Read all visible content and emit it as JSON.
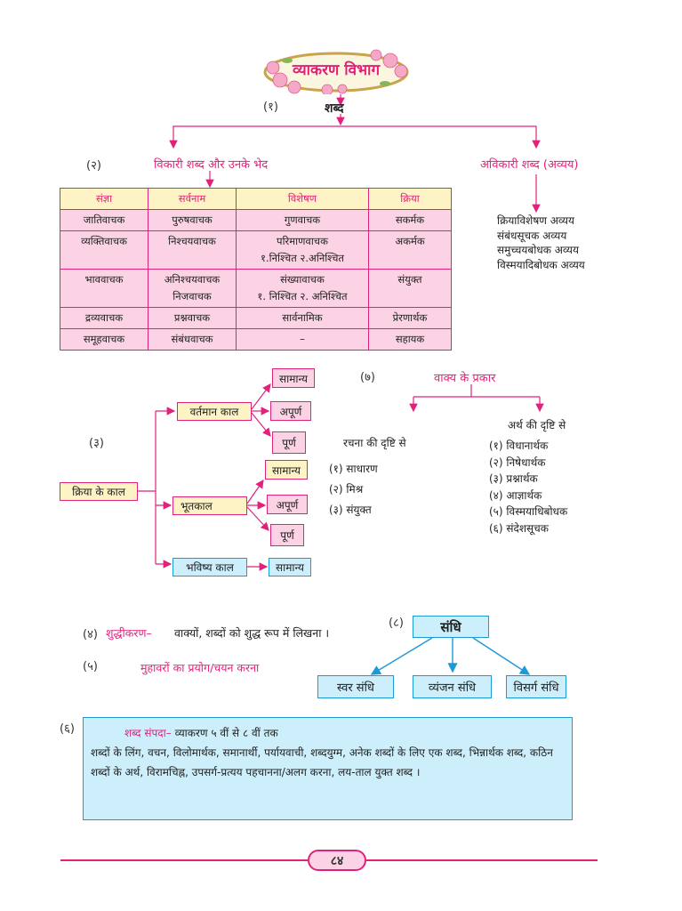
{
  "header": {
    "title": "व्याकरण विभाग"
  },
  "section1": {
    "num": "(१)",
    "root": "शब्द"
  },
  "section2": {
    "num": "(२)",
    "vikari_title": "विकारी शब्द और उनके भेद",
    "avikari_title": "अविकारी शब्द (अव्यय)",
    "avikari_items": [
      "क्रियाविशेषण अव्यय",
      "संबंधसूचक अव्यय",
      "समुच्चयबोधक अव्यय",
      "विस्मयादिबोधक अव्यय"
    ],
    "table_headers": [
      "संज्ञा",
      "सर्वनाम",
      "विशेषण",
      "क्रिया"
    ],
    "table_rows": [
      [
        "जातिवाचक",
        "पुरुषवाचक",
        "गुणवाचक",
        "सकर्मक"
      ],
      [
        "व्यक्तिवाचक",
        "निश्चयवाचक",
        "परिमाणवाचक\n१.निश्चित २.अनिश्चित",
        "अकर्मक"
      ],
      [
        "भाववाचक",
        "अनिश्चयवाचक\nनिजवाचक",
        "संख्यावाचक\n१. निश्चित २. अनिश्चित",
        "संयुक्त"
      ],
      [
        "द्रव्यवाचक",
        "प्रश्नवाचक",
        "सार्वनामिक",
        "प्रेरणार्थक"
      ],
      [
        "समूहवाचक",
        "संबंधवाचक",
        "–",
        "सहायक"
      ]
    ]
  },
  "section3": {
    "num": "(३)",
    "root": "क्रिया के काल",
    "present": "वर्तमान काल",
    "past": "भूतकाल",
    "future": "भविष्य काल",
    "present_types": [
      "सामान्य",
      "अपूर्ण",
      "पूर्ण"
    ],
    "past_types": [
      "सामान्य",
      "अपूर्ण",
      "पूर्ण"
    ],
    "future_types": [
      "सामान्य"
    ]
  },
  "section7": {
    "num": "(७)",
    "title": "वाक्य के प्रकार",
    "rachna_title": "रचना की दृष्टि से",
    "rachna_items": [
      "(१) साधारण",
      "(२) मिश्र",
      "(३) संयुक्त"
    ],
    "arth_title": "अर्थ की दृष्टि से",
    "arth_items": [
      "(१) विधानार्थक",
      "(२) निषेधार्थक",
      "(३) प्रश्नार्थक",
      "(४) आज्ञार्थक",
      "(५) विस्मयाधिबोधक",
      "(६) संदेशसूचक"
    ]
  },
  "section4": {
    "num": "(४)",
    "label": "शुद्धीकरण–",
    "text": "वाक्यों, शब्दों को शुद्ध रूप में लिखना ।"
  },
  "section5": {
    "num": "(५)",
    "label": "मुहावरों का प्रयोग/चयन करना"
  },
  "section8": {
    "num": "(८)",
    "root": "संधि",
    "types": [
      "स्वर संधि",
      "व्यंजन संधि",
      "विसर्ग संधि"
    ]
  },
  "section6": {
    "num": "(६)",
    "label": "शब्द संपदा–",
    "label_rest": "व्याकरण ५ वीं से ८ वीं तक",
    "body": "शब्दों के लिंग, वचन, विलोमार्थक, समानार्थी, पर्यायवाची, शब्दयुग्म, अनेक शब्दों के लिए एक शब्द, भिन्नार्थक शब्द, कठिन शब्दों के अर्थ, विरामचिह्न, उपसर्ग-प्रत्यय पहचानना/अलग करना, लय-ताल युक्त शब्द ।"
  },
  "footer": {
    "page_number": "८४"
  },
  "colors": {
    "accent_pink": "#e0237a",
    "table_bg": "#fbd3e4",
    "header_bg": "#fdf3c4",
    "blue_box": "#cdeefb",
    "blue_border": "#1a9ad6"
  }
}
